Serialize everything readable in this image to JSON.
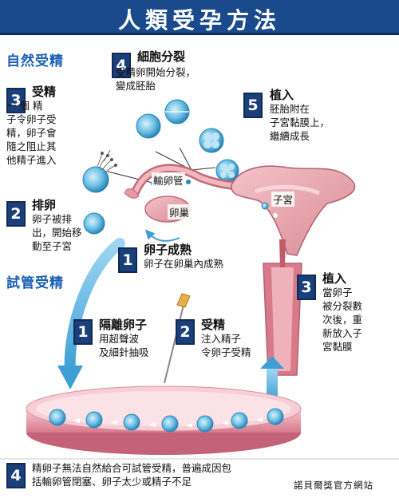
{
  "title": "人類受孕方法",
  "natural_heading": "自然受精",
  "ivf_heading": "試管受精",
  "natural_steps": [
    {
      "num": "4",
      "heading": "細胞分裂",
      "text": "受精卵開始分裂，\n變成胚胎"
    },
    {
      "num": "5",
      "heading": "植入",
      "text": "胚胎附在\n子宮黏膜上，\n繼續成長"
    },
    {
      "num": "3",
      "heading": "受精",
      "text": "一 個 精\n子令卵子受\n精，卵子會\n隨之阻止其\n他精子進入"
    },
    {
      "num": "2",
      "heading": "排卵",
      "text": "卵子被排\n出，開始移\n動至子宮"
    },
    {
      "num": "1",
      "heading": "卵子成熟",
      "text": "卵子在卵巢內成熟"
    }
  ],
  "organs": {
    "oviduct": "輸卵管",
    "ovary": "卵巢",
    "uterus": "子宮"
  },
  "ivf_steps": [
    {
      "num": "3",
      "heading": "植入",
      "text": "當卵子\n被分裂數\n次後，重\n新放入子\n宮黏膜"
    },
    {
      "num": "1",
      "heading": "隔離卵子",
      "text": "用超聲波\n及細針抽吸"
    },
    {
      "num": "2",
      "heading": "受精",
      "text": "注入精子\n令卵子受精"
    }
  ],
  "footer": {
    "num": "4",
    "text": "精卵子無法自然給合可試管受精，普遍成因包\n括輸卵管閉塞、卵子太少或精子不足"
  },
  "credit": "諾貝爾獎官方網站",
  "colors": {
    "title_bg": "#1a4a8c",
    "accent_blue": "#1a5fb4",
    "step_box": "#1a3f7a",
    "tissue_pink": "#e8a0a8",
    "cell_blue": "#5ab0d8"
  }
}
